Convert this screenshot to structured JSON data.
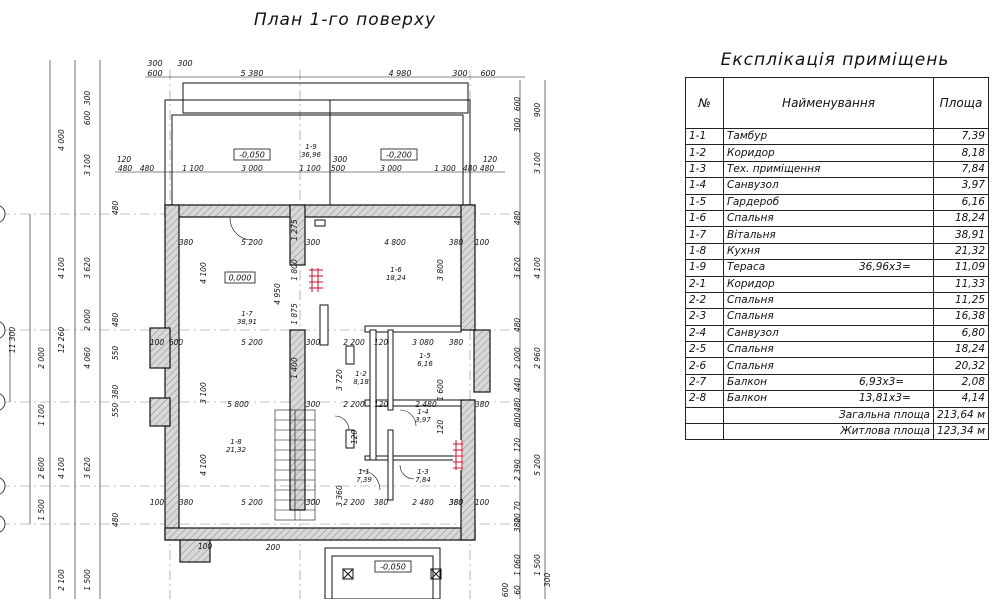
{
  "plan_title": "План 1-го поверху",
  "table_title": "Експлікація приміщень",
  "table_headers": {
    "num": "№",
    "name": "Найменування",
    "area": "Площа"
  },
  "rooms": [
    {
      "num": "1-1",
      "name": "Тамбур",
      "calc": "",
      "area": "7,39"
    },
    {
      "num": "1-2",
      "name": "Коридор",
      "calc": "",
      "area": "8,18"
    },
    {
      "num": "1-3",
      "name": "Тех. приміщення",
      "calc": "",
      "area": "7,84"
    },
    {
      "num": "1-4",
      "name": "Санвузол",
      "calc": "",
      "area": "3,97"
    },
    {
      "num": "1-5",
      "name": "Гардероб",
      "calc": "",
      "area": "6,16"
    },
    {
      "num": "1-6",
      "name": "Спальня",
      "calc": "",
      "area": "18,24"
    },
    {
      "num": "1-7",
      "name": "Вітальня",
      "calc": "",
      "area": "38,91"
    },
    {
      "num": "1-8",
      "name": "Кухня",
      "calc": "",
      "area": "21,32"
    },
    {
      "num": "1-9",
      "name": "Тераса",
      "calc": "36,96х3=",
      "area": "11,09"
    },
    {
      "num": "2-1",
      "name": "Коридор",
      "calc": "",
      "area": "11,33"
    },
    {
      "num": "2-2",
      "name": "Спальня",
      "calc": "",
      "area": "11,25"
    },
    {
      "num": "2-3",
      "name": "Спальня",
      "calc": "",
      "area": "16,38"
    },
    {
      "num": "2-4",
      "name": "Санвузол",
      "calc": "",
      "area": "6,80"
    },
    {
      "num": "2-5",
      "name": "Спальня",
      "calc": "",
      "area": "18,24"
    },
    {
      "num": "2-6",
      "name": "Спальня",
      "calc": "",
      "area": "20,32"
    },
    {
      "num": "2-7",
      "name": "Балкон",
      "calc": "6,93х3=",
      "area": "2,08"
    },
    {
      "num": "2-8",
      "name": "Балкон",
      "calc": "13,81х3=",
      "area": "4,14"
    }
  ],
  "totals": [
    {
      "label": "Загальна площа",
      "value": "213,64 м"
    },
    {
      "label": "Житлова площа",
      "value": "123,34 м"
    }
  ],
  "plan": {
    "dims_top_row1": [
      "300",
      "300",
      "600",
      "5 380",
      "4 980",
      "300",
      "600"
    ],
    "dims_top_row2": [
      "120",
      "480",
      "480",
      "1 100",
      "3 000",
      "1 100",
      "300",
      "500",
      "3 000",
      "1 300",
      "480",
      "480",
      "120"
    ],
    "dims_interior": [
      "380",
      "5 200",
      "300",
      "4 800",
      "380",
      "100",
      "100",
      "5 200",
      "300",
      "2 200",
      "120",
      "3 080",
      "380",
      "600",
      "5 800",
      "300",
      "2 200",
      "120",
      "2 480",
      "380",
      "100",
      "380",
      "5 200",
      "380",
      "300",
      "2 200",
      "380",
      "2 480",
      "380",
      "100",
      "200",
      "100"
    ],
    "dims_interior_vertical": [
      "1 275",
      "1 800",
      "4 950",
      "1 875",
      "1 400",
      "4 100",
      "3 800",
      "3 720",
      "3 100",
      "4 100",
      "3 360",
      "1 600",
      "120",
      "120"
    ],
    "dims_left": [
      "4 000",
      "3 100",
      "300",
      "600",
      "480",
      "4 100",
      "3 620",
      "11 300",
      "12 260",
      "2 000",
      "4 060",
      "550",
      "480",
      "2 000",
      "1 100",
      "550",
      "380",
      "2 600",
      "4 100",
      "3 620",
      "1 500",
      "2 100",
      "1 500",
      "480"
    ],
    "dims_right": [
      "900",
      "600",
      "300",
      "3 100",
      "480",
      "3 620",
      "4 100",
      "2 960",
      "2 000",
      "480",
      "440",
      "480",
      "800",
      "120",
      "5 200",
      "2 390",
      "380",
      "1 060",
      "1 500",
      "300",
      "70",
      "20",
      "60",
      "600"
    ],
    "levels": [
      "-0,050",
      "-0,200",
      "0,000",
      "-0,050"
    ],
    "room_labels": [
      {
        "num": "1-9",
        "area": "36,96"
      },
      {
        "num": "1-6",
        "area": "18,24"
      },
      {
        "num": "1-7",
        "area": "38,91"
      },
      {
        "num": "1-5",
        "area": "6,16"
      },
      {
        "num": "1-2",
        "area": "8,18"
      },
      {
        "num": "1-4",
        "area": "3,97"
      },
      {
        "num": "1-8",
        "area": "21,32"
      },
      {
        "num": "1-1",
        "area": "7,39"
      },
      {
        "num": "1-3",
        "area": "7,84"
      }
    ],
    "colors": {
      "room_label": "#c8102e",
      "wall_fill": "#c8c8c8",
      "wall_line": "#111111",
      "axis_line": "#888888"
    }
  }
}
